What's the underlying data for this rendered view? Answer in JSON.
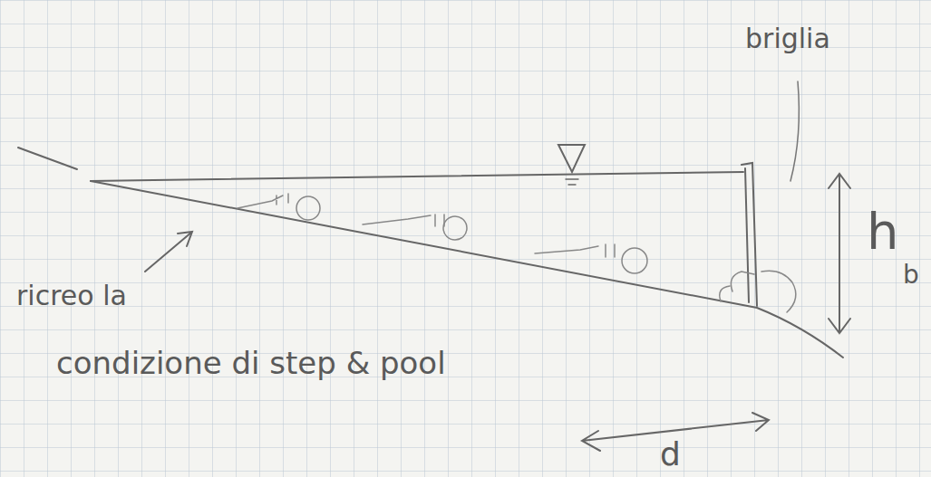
{
  "diagram": {
    "labels": [
      "briglia",
      "h",
      "b",
      "ricreo la",
      "condizione di step & pool",
      "d"
    ]
  }
}
